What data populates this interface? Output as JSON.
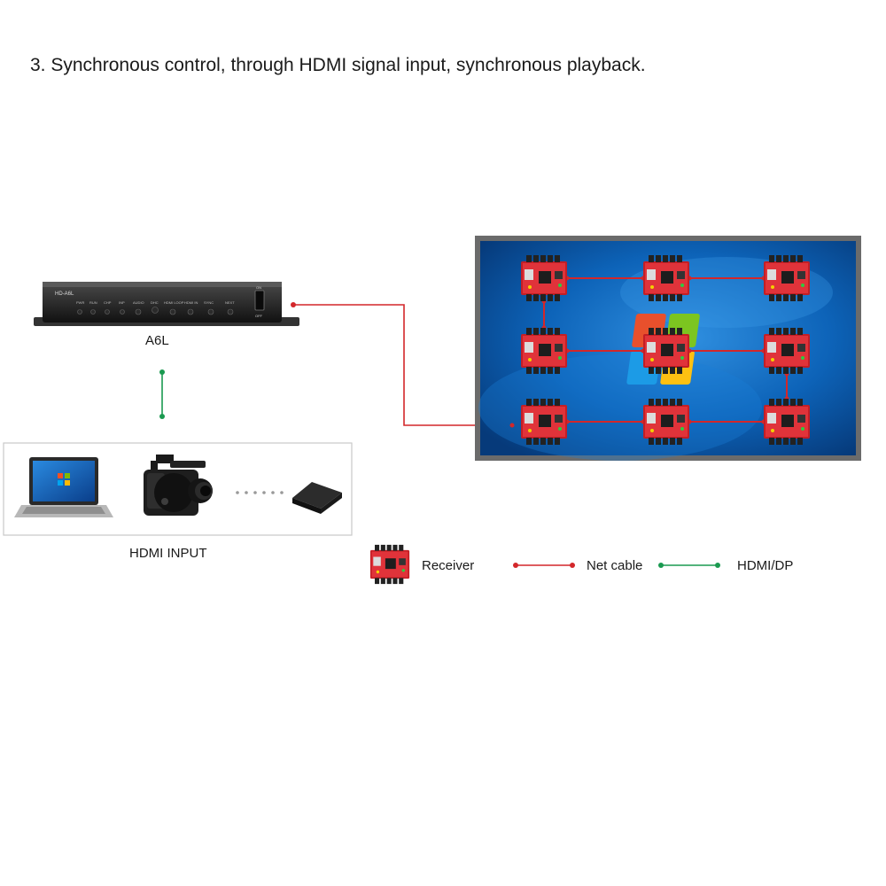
{
  "heading": "3. Synchronous control, through HDMI signal input, synchronous playback.",
  "controller": {
    "label": "A6L",
    "brand": "HD-A6L",
    "buttons": [
      "PWR",
      "RUN",
      "CHP",
      "INP",
      "AUDIO",
      "DHC",
      "HDMI LOOP",
      "HDMI IN",
      "SYNC",
      "NEXT"
    ],
    "switch_labels": [
      "ON",
      "OFF"
    ]
  },
  "input_sources": {
    "label": "HDMI INPUT",
    "devices": [
      "laptop",
      "camcorder",
      "media-box"
    ]
  },
  "screen": {
    "receivers_grid": "3x3",
    "wallpaper": "windows-7"
  },
  "legend": {
    "receiver": "Receiver",
    "net_cable": "Net cable",
    "hdmi_dp": "HDMI/DP"
  },
  "colors": {
    "net_cable": "#d3272a",
    "hdmi_dp": "#1a9a50",
    "screen_frame": "#6b6b6b",
    "screen_bg": "#0b5fb0"
  }
}
